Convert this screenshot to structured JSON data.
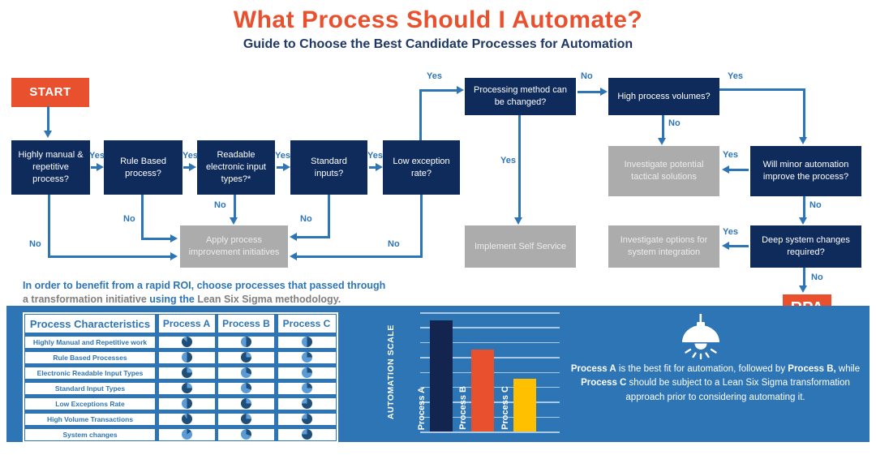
{
  "header": {
    "title": "What Process Should I Automate?",
    "subtitle": "Guide to Choose the Best Candidate Processes for Automation"
  },
  "colors": {
    "accent_orange": "#E8502E",
    "navy_box": "#0E2B5C",
    "flow_blue": "#2E75B6",
    "gray_box": "#ACACAC",
    "panel_blue": "#2E75B6",
    "pie_dark": "#1F4E79",
    "pie_light": "#5B9BD5",
    "subtitle_navy": "#1F3864",
    "note_gray": "#7F7F7F"
  },
  "flowchart": {
    "start": "START",
    "rpa": "RPA",
    "yes": "Yes",
    "no": "No",
    "nodes": {
      "highly_manual": "Highly manual & repetitive process?",
      "rule_based": "Rule Based process?",
      "readable_inputs": "Readable electronic input types?*",
      "standard_inputs": "Standard inputs?",
      "low_exception": "Low exception rate?",
      "processing_method": "Processing method can be changed?",
      "high_volumes": "High process volumes?",
      "minor_automation": "Will minor automation improve the process?",
      "tactical_solutions": "Investigate potential tactical solutions",
      "self_service": "Implement Self Service",
      "system_integration": "Investigate options for system integration",
      "deep_changes": "Deep system changes required?",
      "process_improvement": "Apply process improvement initiatives"
    }
  },
  "roi_note": {
    "line1": [
      {
        "text": "In order to benefit from a rapid ROI, choose processes that passed through",
        "style": "blue"
      }
    ],
    "line2": [
      {
        "text": "a transformation initiative ",
        "style": "gray"
      },
      {
        "text": " using the ",
        "style": "blue"
      },
      {
        "text": "Lean Six Sigma methodology.",
        "style": "gray"
      }
    ]
  },
  "table": {
    "title_header": "Process Characteristics",
    "col_headers": [
      "Process A",
      "Process B",
      "Process C"
    ],
    "rows": [
      {
        "label": "Highly Manual and Repetitive work",
        "pies": [
          {
            "dark": 87,
            "from": 0
          },
          {
            "dark": 50,
            "from": 0
          },
          {
            "dark": 50,
            "from": 0
          }
        ]
      },
      {
        "label": "Rule Based Processes",
        "pies": [
          {
            "dark": 50,
            "from": 0
          },
          {
            "dark": 75,
            "from": 90
          },
          {
            "dark": 25,
            "from": 0
          }
        ]
      },
      {
        "label": "Electronic Readable Input Types",
        "pies": [
          {
            "dark": 75,
            "from": 90
          },
          {
            "dark": 30,
            "from": 0
          },
          {
            "dark": 25,
            "from": 0
          }
        ]
      },
      {
        "label": "Standard Input Types",
        "pies": [
          {
            "dark": 75,
            "from": 90
          },
          {
            "dark": 30,
            "from": 0
          },
          {
            "dark": 25,
            "from": 0
          }
        ]
      },
      {
        "label": "Low Exceptions Rate",
        "pies": [
          {
            "dark": 50,
            "from": 0
          },
          {
            "dark": 75,
            "from": 90
          },
          {
            "dark": 75,
            "from": 0
          }
        ]
      },
      {
        "label": "High Volume Transactions",
        "pies": [
          {
            "dark": 90,
            "from": 0
          },
          {
            "dark": 75,
            "from": 90
          },
          {
            "dark": 75,
            "from": 0
          }
        ]
      },
      {
        "label": "System changes",
        "pies": [
          {
            "dark": 15,
            "from": 0
          },
          {
            "dark": 30,
            "from": 0
          },
          {
            "dark": 75,
            "from": 0
          }
        ]
      }
    ]
  },
  "chart_data": {
    "type": "bar",
    "categories": [
      "Process A",
      "Process B",
      "Process C"
    ],
    "values": [
      93,
      69,
      44
    ],
    "ylabel": "AUTOMATION SCALE",
    "ylim": [
      0,
      100
    ],
    "grid": true,
    "legend": "none",
    "bar_colors": [
      "#13254E",
      "#E8502E",
      "#FFC000"
    ]
  },
  "insight": {
    "segments": [
      {
        "text": "Process A",
        "bold": true
      },
      {
        "text": " is the best fit for automation, followed by ",
        "bold": false
      },
      {
        "text": "Process B,",
        "bold": true
      },
      {
        "text": " while ",
        "bold": false
      },
      {
        "text": "Process C",
        "bold": true
      },
      {
        "text": " should be subject to a Lean Six Sigma transformation approach prior to considering automating it.",
        "bold": false
      }
    ]
  }
}
